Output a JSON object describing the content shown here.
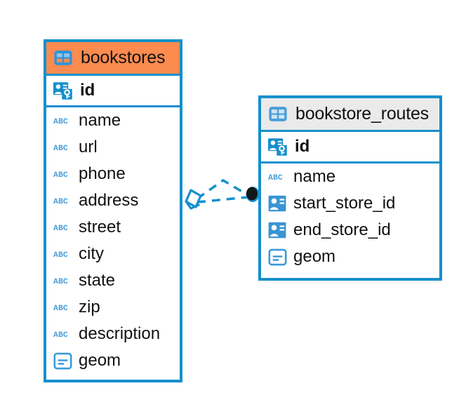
{
  "diagram": {
    "kind": "entity-relationship-diagram",
    "background_color": "#ffffff",
    "accent_color": "#1590cd",
    "highlight_color": "#fb8b4f",
    "header_grey": "#eaeaea"
  },
  "entities": [
    {
      "name": "bookstores",
      "header_style": "accent-orange",
      "table_icon": "table-icon",
      "fields": [
        {
          "name": "id",
          "icon": "primary-key-icon",
          "type": "pk"
        },
        {
          "name": "name",
          "icon": "text-abc-icon",
          "type": "text"
        },
        {
          "name": "url",
          "icon": "text-abc-icon",
          "type": "text"
        },
        {
          "name": "phone",
          "icon": "text-abc-icon",
          "type": "text"
        },
        {
          "name": "address",
          "icon": "text-abc-icon",
          "type": "text"
        },
        {
          "name": "street",
          "icon": "text-abc-icon",
          "type": "text"
        },
        {
          "name": "city",
          "icon": "text-abc-icon",
          "type": "text"
        },
        {
          "name": "state",
          "icon": "text-abc-icon",
          "type": "text"
        },
        {
          "name": "zip",
          "icon": "text-abc-icon",
          "type": "text"
        },
        {
          "name": "description",
          "icon": "text-abc-icon",
          "type": "text"
        },
        {
          "name": "geom",
          "icon": "geometry-icon",
          "type": "geometry"
        }
      ]
    },
    {
      "name": "bookstore_routes",
      "header_style": "accent-grey",
      "table_icon": "table-icon",
      "fields": [
        {
          "name": "id",
          "icon": "primary-key-icon",
          "type": "pk"
        },
        {
          "name": "name",
          "icon": "text-abc-icon",
          "type": "text"
        },
        {
          "name": "start_store_id",
          "icon": "foreign-key-icon",
          "type": "fk"
        },
        {
          "name": "end_store_id",
          "icon": "foreign-key-icon",
          "type": "fk"
        },
        {
          "name": "geom",
          "icon": "geometry-icon",
          "type": "geometry"
        }
      ]
    }
  ],
  "relationships": [
    {
      "from": "bookstores",
      "to": "bookstore_routes",
      "source_marker": "diamond-marker",
      "target_marker": "filled-circle-marker",
      "line_style": "dashed"
    },
    {
      "from": "bookstores",
      "to": "bookstore_routes",
      "source_marker": "diamond-marker",
      "target_marker": "filled-circle-marker",
      "line_style": "dashed"
    }
  ]
}
